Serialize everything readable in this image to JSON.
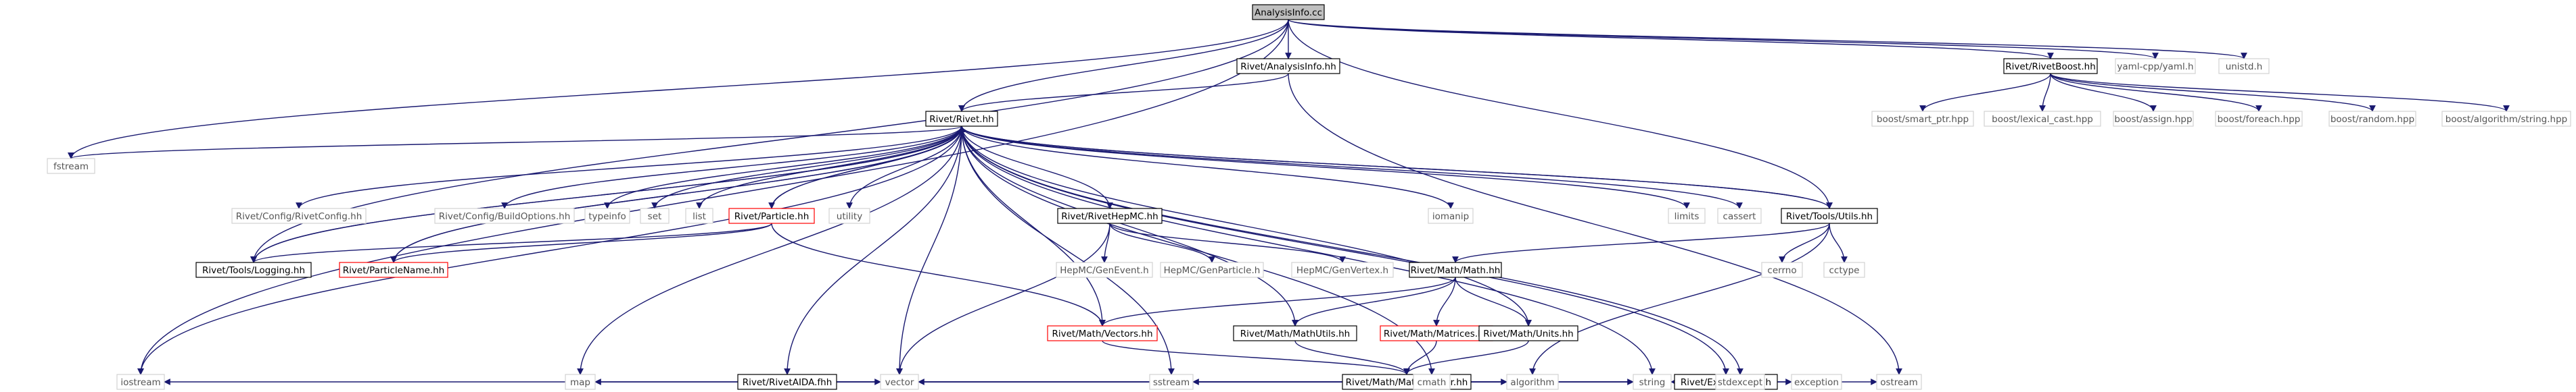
{
  "colors": {
    "edge": "#191970",
    "box_border": "#000000",
    "link_border": "#ff0000",
    "plain_border": "#d3d3d3",
    "root_fill": "#bfbfbf",
    "box_fill": "#ffffff",
    "text": "#000000",
    "plain_text": "#555555"
  },
  "nodes": [
    {
      "id": "analysisinfo_cc",
      "label": "AnalysisInfo.cc",
      "style": "root"
    },
    {
      "id": "rivet_analysisinfo_hh",
      "label": "Rivet/AnalysisInfo.hh",
      "style": "box"
    },
    {
      "id": "rivet_rivetboost_hh",
      "label": "Rivet/RivetBoost.hh",
      "style": "box"
    },
    {
      "id": "yaml_cpp_yaml_h",
      "label": "yaml-cpp/yaml.h",
      "style": "plain"
    },
    {
      "id": "unistd_h",
      "label": "unistd.h",
      "style": "plain"
    },
    {
      "id": "boost_smart_ptr",
      "label": "boost/smart_ptr.hpp",
      "style": "plain"
    },
    {
      "id": "boost_lexical_cast",
      "label": "boost/lexical_cast.hpp",
      "style": "plain"
    },
    {
      "id": "boost_assign",
      "label": "boost/assign.hpp",
      "style": "plain"
    },
    {
      "id": "boost_foreach",
      "label": "boost/foreach.hpp",
      "style": "plain"
    },
    {
      "id": "boost_random",
      "label": "boost/random.hpp",
      "style": "plain"
    },
    {
      "id": "boost_algorithm_string",
      "label": "boost/algorithm/string.hpp",
      "style": "plain"
    },
    {
      "id": "rivet_rivet_hh",
      "label": "Rivet/Rivet.hh",
      "style": "box"
    },
    {
      "id": "fstream",
      "label": "fstream",
      "style": "plain"
    },
    {
      "id": "rivet_config_rivetconfig",
      "label": "Rivet/Config/RivetConfig.hh",
      "style": "plain"
    },
    {
      "id": "rivet_config_buildoptions",
      "label": "Rivet/Config/BuildOptions.hh",
      "style": "plain"
    },
    {
      "id": "typeinfo",
      "label": "typeinfo",
      "style": "plain"
    },
    {
      "id": "set",
      "label": "set",
      "style": "plain"
    },
    {
      "id": "list",
      "label": "list",
      "style": "plain"
    },
    {
      "id": "rivet_particle_hh",
      "label": "Rivet/Particle.hh",
      "style": "link"
    },
    {
      "id": "utility",
      "label": "utility",
      "style": "plain"
    },
    {
      "id": "rivet_rivethepmc_hh",
      "label": "Rivet/RivetHepMC.hh",
      "style": "box"
    },
    {
      "id": "iomanip",
      "label": "iomanip",
      "style": "plain"
    },
    {
      "id": "limits",
      "label": "limits",
      "style": "plain"
    },
    {
      "id": "cassert",
      "label": "cassert",
      "style": "plain"
    },
    {
      "id": "rivet_tools_utils_hh",
      "label": "Rivet/Tools/Utils.hh",
      "style": "box"
    },
    {
      "id": "rivet_tools_logging_hh",
      "label": "Rivet/Tools/Logging.hh",
      "style": "box"
    },
    {
      "id": "rivet_particlename_hh",
      "label": "Rivet/ParticleName.hh",
      "style": "link"
    },
    {
      "id": "hepmc_genevent",
      "label": "HepMC/GenEvent.h",
      "style": "plain"
    },
    {
      "id": "hepmc_genparticle",
      "label": "HepMC/GenParticle.h",
      "style": "plain"
    },
    {
      "id": "hepmc_genvertex",
      "label": "HepMC/GenVertex.h",
      "style": "plain"
    },
    {
      "id": "rivet_math_math_hh",
      "label": "Rivet/Math/Math.hh",
      "style": "box"
    },
    {
      "id": "cerrno",
      "label": "cerrno",
      "style": "plain"
    },
    {
      "id": "cctype",
      "label": "cctype",
      "style": "plain"
    },
    {
      "id": "rivet_math_vectors_hh",
      "label": "Rivet/Math/Vectors.hh",
      "style": "link"
    },
    {
      "id": "rivet_math_mathutils_hh",
      "label": "Rivet/Math/MathUtils.hh",
      "style": "box"
    },
    {
      "id": "rivet_math_matrices_hh",
      "label": "Rivet/Math/Matrices.hh",
      "style": "link"
    },
    {
      "id": "rivet_math_units_hh",
      "label": "Rivet/Math/Units.hh",
      "style": "box"
    },
    {
      "id": "rivet_rivetaida_fhh",
      "label": "Rivet/RivetAIDA.fhh",
      "style": "box"
    },
    {
      "id": "rivet_math_mathheader_hh",
      "label": "Rivet/Math/MathHeader.hh",
      "style": "box"
    },
    {
      "id": "rivet_exceptions_hh",
      "label": "Rivet/Exceptions.hh",
      "style": "box"
    },
    {
      "id": "iostream",
      "label": "iostream",
      "style": "plain"
    },
    {
      "id": "map",
      "label": "map",
      "style": "plain"
    },
    {
      "id": "vector",
      "label": "vector",
      "style": "plain"
    },
    {
      "id": "sstream",
      "label": "sstream",
      "style": "plain"
    },
    {
      "id": "cmath",
      "label": "cmath",
      "style": "plain"
    },
    {
      "id": "algorithm",
      "label": "algorithm",
      "style": "plain"
    },
    {
      "id": "string",
      "label": "string",
      "style": "plain"
    },
    {
      "id": "stdexcept",
      "label": "stdexcept",
      "style": "plain"
    },
    {
      "id": "exception",
      "label": "exception",
      "style": "plain"
    },
    {
      "id": "ostream",
      "label": "ostream",
      "style": "plain"
    }
  ],
  "edges": [
    [
      "analysisinfo_cc",
      "rivet_analysisinfo_hh"
    ],
    [
      "analysisinfo_cc",
      "rivet_rivetboost_hh"
    ],
    [
      "analysisinfo_cc",
      "yaml_cpp_yaml_h"
    ],
    [
      "analysisinfo_cc",
      "unistd_h"
    ],
    [
      "analysisinfo_cc",
      "rivet_rivet_hh"
    ],
    [
      "analysisinfo_cc",
      "fstream"
    ],
    [
      "analysisinfo_cc",
      "rivet_tools_logging_hh"
    ],
    [
      "analysisinfo_cc",
      "rivet_tools_utils_hh"
    ],
    [
      "analysisinfo_cc",
      "iostream"
    ],
    [
      "rivet_analysisinfo_hh",
      "rivet_rivet_hh"
    ],
    [
      "rivet_analysisinfo_hh",
      "ostream"
    ],
    [
      "rivet_rivetboost_hh",
      "boost_smart_ptr"
    ],
    [
      "rivet_rivetboost_hh",
      "boost_lexical_cast"
    ],
    [
      "rivet_rivetboost_hh",
      "boost_assign"
    ],
    [
      "rivet_rivetboost_hh",
      "boost_foreach"
    ],
    [
      "rivet_rivetboost_hh",
      "boost_random"
    ],
    [
      "rivet_rivetboost_hh",
      "boost_algorithm_string"
    ],
    [
      "rivet_rivet_hh",
      "fstream"
    ],
    [
      "rivet_rivet_hh",
      "rivet_config_rivetconfig"
    ],
    [
      "rivet_rivet_hh",
      "rivet_config_buildoptions"
    ],
    [
      "rivet_rivet_hh",
      "typeinfo"
    ],
    [
      "rivet_rivet_hh",
      "set"
    ],
    [
      "rivet_rivet_hh",
      "list"
    ],
    [
      "rivet_rivet_hh",
      "rivet_particle_hh"
    ],
    [
      "rivet_rivet_hh",
      "utility"
    ],
    [
      "rivet_rivet_hh",
      "rivet_rivethepmc_hh"
    ],
    [
      "rivet_rivet_hh",
      "iomanip"
    ],
    [
      "rivet_rivet_hh",
      "limits"
    ],
    [
      "rivet_rivet_hh",
      "cassert"
    ],
    [
      "rivet_rivet_hh",
      "rivet_tools_utils_hh"
    ],
    [
      "rivet_rivet_hh",
      "rivet_tools_logging_hh"
    ],
    [
      "rivet_rivet_hh",
      "rivet_particlename_hh"
    ],
    [
      "rivet_rivet_hh",
      "rivet_math_vectors_hh"
    ],
    [
      "rivet_rivet_hh",
      "rivet_math_mathutils_hh"
    ],
    [
      "rivet_rivet_hh",
      "rivet_math_units_hh"
    ],
    [
      "rivet_rivet_hh",
      "rivet_rivetaida_fhh"
    ],
    [
      "rivet_rivet_hh",
      "rivet_exceptions_hh"
    ],
    [
      "rivet_rivet_hh",
      "iostream"
    ],
    [
      "rivet_rivet_hh",
      "map"
    ],
    [
      "rivet_rivet_hh",
      "vector"
    ],
    [
      "rivet_rivet_hh",
      "sstream"
    ],
    [
      "rivet_rivet_hh",
      "cmath"
    ],
    [
      "rivet_rivet_hh",
      "string"
    ],
    [
      "rivet_rivet_hh",
      "stdexcept"
    ],
    [
      "rivet_particle_hh",
      "rivet_rivet_hh"
    ],
    [
      "rivet_particle_hh",
      "rivet_particlename_hh"
    ],
    [
      "rivet_particle_hh",
      "rivet_math_vectors_hh"
    ],
    [
      "rivet_particle_hh",
      "rivet_tools_logging_hh"
    ],
    [
      "rivet_particlename_hh",
      "rivet_rivet_hh"
    ],
    [
      "rivet_tools_logging_hh",
      "rivet_rivet_hh"
    ],
    [
      "rivet_tools_utils_hh",
      "rivet_rivet_hh"
    ],
    [
      "rivet_tools_utils_hh",
      "rivet_math_math_hh"
    ],
    [
      "rivet_tools_utils_hh",
      "cerrno"
    ],
    [
      "rivet_tools_utils_hh",
      "cctype"
    ],
    [
      "rivet_tools_utils_hh",
      "algorithm"
    ],
    [
      "rivet_rivethepmc_hh",
      "hepmc_genevent"
    ],
    [
      "rivet_rivethepmc_hh",
      "hepmc_genparticle"
    ],
    [
      "rivet_rivethepmc_hh",
      "hepmc_genvertex"
    ],
    [
      "rivet_rivethepmc_hh",
      "vector"
    ],
    [
      "rivet_math_math_hh",
      "rivet_math_vectors_hh"
    ],
    [
      "rivet_math_math_hh",
      "rivet_math_mathutils_hh"
    ],
    [
      "rivet_math_math_hh",
      "rivet_math_matrices_hh"
    ],
    [
      "rivet_math_math_hh",
      "rivet_math_units_hh"
    ],
    [
      "rivet_math_vectors_hh",
      "rivet_math_mathheader_hh"
    ],
    [
      "rivet_math_mathutils_hh",
      "rivet_math_mathheader_hh"
    ],
    [
      "rivet_math_matrices_hh",
      "rivet_math_mathheader_hh"
    ],
    [
      "rivet_math_units_hh",
      "rivet_math_mathheader_hh"
    ],
    [
      "rivet_rivetaida_fhh",
      "vector"
    ],
    [
      "rivet_math_mathheader_hh",
      "iostream"
    ],
    [
      "rivet_math_mathheader_hh",
      "map"
    ],
    [
      "rivet_math_mathheader_hh",
      "vector"
    ],
    [
      "rivet_math_mathheader_hh",
      "sstream"
    ],
    [
      "rivet_math_mathheader_hh",
      "cmath"
    ],
    [
      "rivet_math_mathheader_hh",
      "algorithm"
    ],
    [
      "rivet_math_mathheader_hh",
      "string"
    ],
    [
      "rivet_math_mathheader_hh",
      "stdexcept"
    ],
    [
      "rivet_math_mathheader_hh",
      "ostream"
    ],
    [
      "rivet_exceptions_hh",
      "string"
    ],
    [
      "rivet_exceptions_hh",
      "stdexcept"
    ],
    [
      "rivet_exceptions_hh",
      "exception"
    ]
  ]
}
